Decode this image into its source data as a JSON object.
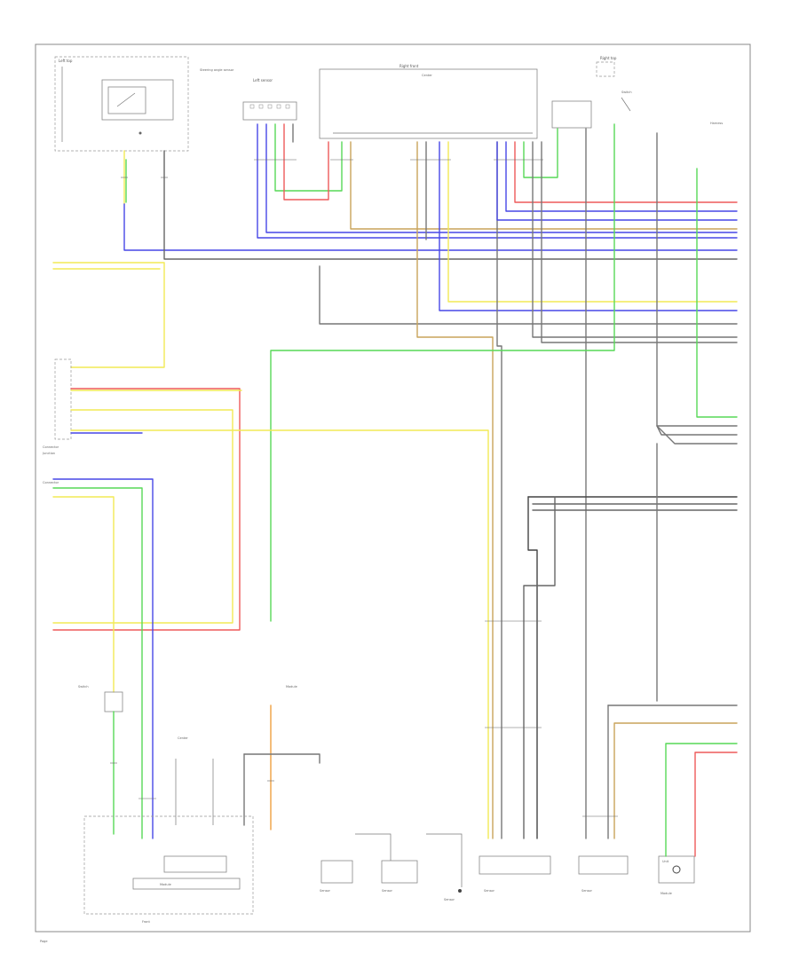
{
  "colors": {
    "yellow": "#f2ea55",
    "blue": "#4747e6",
    "green": "#57d957",
    "red": "#ee5a5a",
    "tan": "#c9a45a",
    "gray": "#777777",
    "dark": "#444444",
    "orange": "#f0a040",
    "frame": "#888888"
  },
  "labels": {
    "left_top_module": "Left top",
    "steering_sensor": "Steering angle sensor",
    "left_sensor_connector": "Left sensor",
    "right_front_connector": "Right front",
    "upper_center": "Center",
    "right_top_module": "Right top",
    "right_switch": "Switch",
    "right_edge_label": "Harness",
    "left_mid_connector": "Connector",
    "left_mid_group": "Junction",
    "left_lower_group": "Connector",
    "sw_left_label": "Switch",
    "center_lower_module": "Module",
    "center_right_label": "Center",
    "bottom_left_box": "Module",
    "bottom_left_label": "Front",
    "bottom_label_1": "Sensor",
    "bottom_label_2": "Sensor",
    "bottom_label_3": "Sensor",
    "bottom_sensor_1": "Sensor",
    "bottom_sensor_2": "Sensor",
    "bottom_right_module": "Module",
    "bottom_right_inner": "Unit",
    "page_footer": "Page"
  }
}
